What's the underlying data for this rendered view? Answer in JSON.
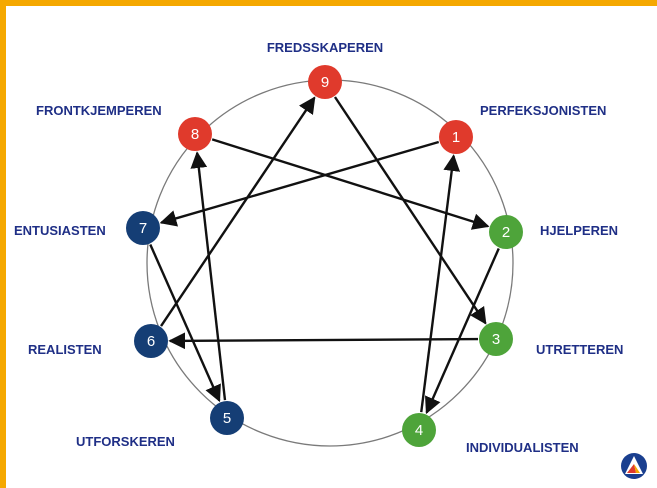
{
  "colors": {
    "frame": "#f5a800",
    "red": "#e03a2c",
    "green": "#4ea43a",
    "blue": "#153e75",
    "label": "#1f2f86",
    "circle": "#7a7a7a",
    "arrow": "#111111"
  },
  "nodes": [
    {
      "id": "1",
      "number": "1",
      "label": "PERFEKSJONISTEN",
      "color": "red"
    },
    {
      "id": "2",
      "number": "2",
      "label": "HJELPEREN",
      "color": "green"
    },
    {
      "id": "3",
      "number": "3",
      "label": "UTRETTEREN",
      "color": "green"
    },
    {
      "id": "4",
      "number": "4",
      "label": "INDIVIDUALISTEN",
      "color": "green"
    },
    {
      "id": "5",
      "number": "5",
      "label": "UTFORSKEREN",
      "color": "blue"
    },
    {
      "id": "6",
      "number": "6",
      "label": "REALISTEN",
      "color": "blue"
    },
    {
      "id": "7",
      "number": "7",
      "label": "ENTUSIASTEN",
      "color": "blue"
    },
    {
      "id": "8",
      "number": "8",
      "label": "FRONTKJEMPEREN",
      "color": "red"
    },
    {
      "id": "9",
      "number": "9",
      "label": "FREDSSKAPEREN",
      "color": "red"
    }
  ],
  "arrows": [
    {
      "from": "1",
      "to": "7"
    },
    {
      "from": "7",
      "to": "5"
    },
    {
      "from": "5",
      "to": "8"
    },
    {
      "from": "8",
      "to": "2"
    },
    {
      "from": "2",
      "to": "4"
    },
    {
      "from": "4",
      "to": "1"
    },
    {
      "from": "3",
      "to": "6"
    },
    {
      "from": "6",
      "to": "9"
    },
    {
      "from": "9",
      "to": "3"
    }
  ],
  "logo": {
    "icon": "brand-logo-icon"
  }
}
